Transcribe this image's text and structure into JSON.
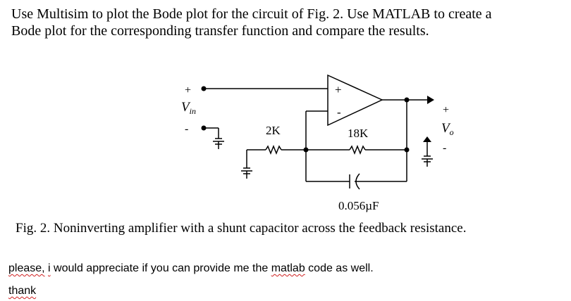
{
  "question": {
    "line1": "Use Multisim to plot the Bode plot for the circuit of Fig. 2. Use MATLAB to create a",
    "line2": "Bode plot for the corresponding transfer function and compare the results."
  },
  "circuit": {
    "input_plus": "+",
    "input_minus": "-",
    "input_label": "V",
    "input_sub": "in",
    "opamp_plus": "+",
    "opamp_minus": "-",
    "r1_label": "2K",
    "r2_label": "18K",
    "cap_label": "0.056µF",
    "output_plus": "+",
    "output_minus": "-",
    "output_label": "V",
    "output_sub": "o"
  },
  "caption": "Fig. 2.  Noninverting amplifier with a shunt capacitor across the feedback resistance.",
  "comment": {
    "w_please": "please,",
    "w_i": "i",
    "t_mid": " would appreciate if you can provide me the ",
    "w_matlab": "matlab",
    "t_end": " code as well.",
    "w_thank": "thank"
  }
}
